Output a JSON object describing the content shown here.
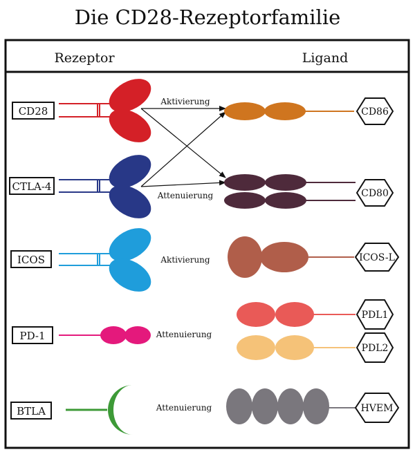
{
  "title": "Die CD28-Rezeptorfamilie",
  "headers": {
    "receptor": "Rezeptor",
    "ligand": "Ligand"
  },
  "receptors": [
    {
      "label": "CD28",
      "color": "#d42027"
    },
    {
      "label": "CTLA-4",
      "color": "#283887"
    },
    {
      "label": "ICOS",
      "color": "#1f9ddb"
    },
    {
      "label": "PD-1",
      "color": "#e4197c"
    },
    {
      "label": "BTLA",
      "color": "#3d9a37"
    }
  ],
  "ligands": [
    {
      "label": "CD86",
      "color": "#cf751f"
    },
    {
      "label": "CD80",
      "color": "#4e2a3b"
    },
    {
      "label": "ICOS-L",
      "color": "#b05e4a"
    },
    {
      "label": "PDL1",
      "color": "#e95a57"
    },
    {
      "label": "PDL2",
      "color": "#f5c278"
    },
    {
      "label": "HVEM",
      "color": "#7a777d"
    }
  ],
  "interactions": {
    "cd28": "Aktivierung",
    "ctla4": "Attenuierung",
    "icos": "Aktivierung",
    "pd1": "Attenuierung",
    "btla": "Attenuierung"
  }
}
